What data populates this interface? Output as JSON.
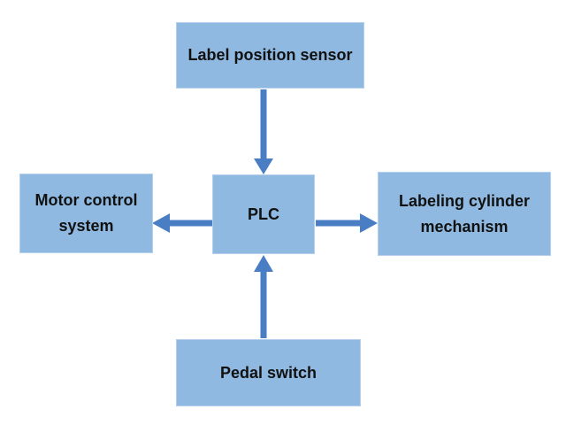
{
  "diagram": {
    "type": "block-diagram",
    "background": "#ffffff",
    "nodes": {
      "label_position_sensor": {
        "label": "Label position sensor"
      },
      "motor_control_system": {
        "label": "Motor control system"
      },
      "plc": {
        "label": "PLC"
      },
      "labeling_cylinder_mechanism": {
        "label": "Labeling cylinder mechanism"
      },
      "pedal_switch": {
        "label": "Pedal switch"
      }
    },
    "edges": [
      {
        "from": "label_position_sensor",
        "to": "plc",
        "direction": "down"
      },
      {
        "from": "plc",
        "to": "motor_control_system",
        "direction": "left"
      },
      {
        "from": "plc",
        "to": "labeling_cylinder_mechanism",
        "direction": "right"
      },
      {
        "from": "pedal_switch",
        "to": "plc",
        "direction": "up"
      }
    ]
  },
  "colors": {
    "box-fill": "#8fb9e0",
    "box-border": "#b3d0ec",
    "arrow-color": "#4a7ec4",
    "text-color": "#111111",
    "bg-color": "#ffffff"
  }
}
